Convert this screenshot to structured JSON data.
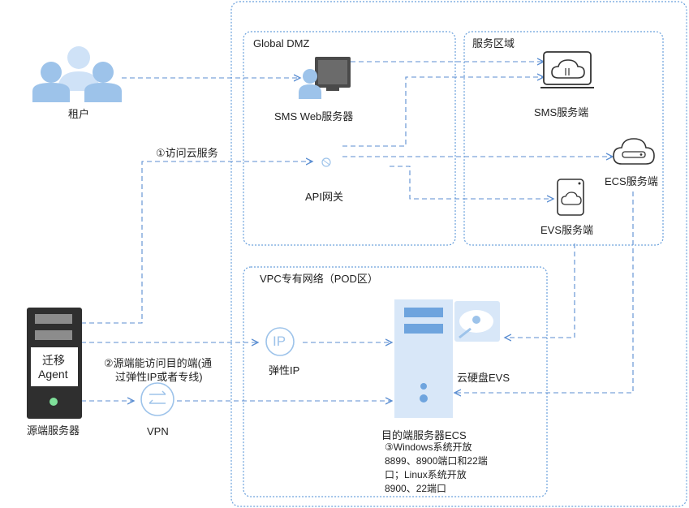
{
  "zones": {
    "dmz": "Global DMZ",
    "service": "服务区域",
    "vpc": "VPC专有网络（POD区）"
  },
  "nodes": {
    "tenant": "租户",
    "sms_web": "SMS Web服务器",
    "api_gw": "API网关",
    "sms_server": "SMS服务端",
    "ecs_server": "ECS服务端",
    "evs_server": "EVS服务端",
    "source_server": "源端服务器",
    "agent_line1": "迁移",
    "agent_line2": "Agent",
    "eip": "弹性IP",
    "eip_icon_text": "IP",
    "vpn": "VPN",
    "evs_disk": "云硬盘EVS",
    "target_ecs": "目的端服务器ECS"
  },
  "notes": {
    "step1": "①访问云服务",
    "step2_line1": "②源端能访问目的端(通",
    "step2_line2": "过弹性IP或者专线)",
    "step3_line1": "③Windows系统开放",
    "step3_line2": "8899、8900端口和22端",
    "step3_line3": "口；Linux系统开放",
    "step3_line4": "8900、22端口"
  },
  "colors": {
    "line": "#5b8ed2",
    "icon_blue": "#9dc3ea",
    "icon_light": "#cfe2f7",
    "server_dark": "#2f2f2f",
    "zone_border": "#6aa0dc"
  }
}
